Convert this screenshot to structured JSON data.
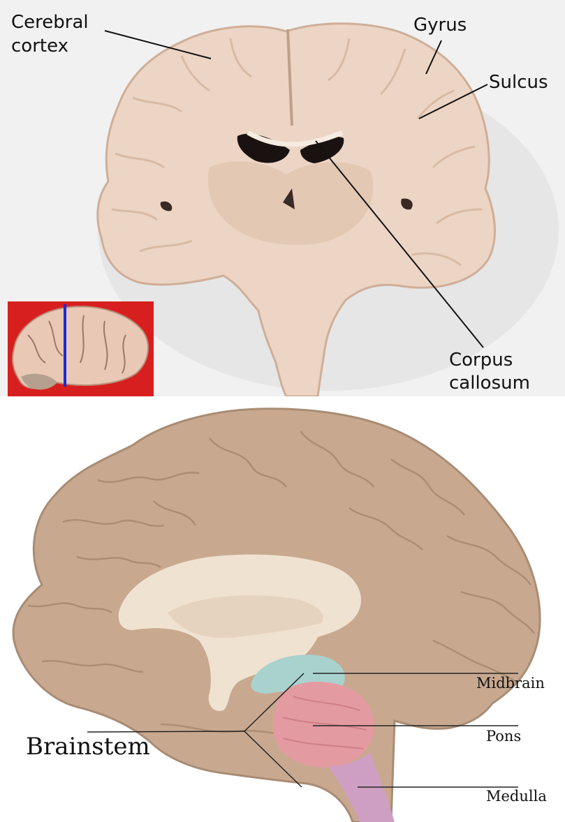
{
  "coronal_section": {
    "labels": {
      "cerebral_cortex_line1": "Cerebral",
      "cerebral_cortex_line2": "cortex",
      "gyrus": "Gyrus",
      "sulcus": "Sulcus",
      "corpus_callosum_line1": "Corpus",
      "corpus_callosum_line2": "callosum"
    },
    "colors": {
      "background": "#f1f1f1",
      "tissue": "#ecd5c4",
      "tissue_dark": "#d4b6a0",
      "ventricle": "#1a1210",
      "inset_background": "#d81f1f",
      "inset_marker": "#1f2ad1"
    }
  },
  "sagittal_diagram": {
    "labels": {
      "brainstem": "Brainstem",
      "midbrain": "Midbrain",
      "pons": "Pons",
      "medulla": "Medulla"
    },
    "colors": {
      "brain": "#c8a990",
      "brain_outline": "#a88c74",
      "white_matter": "#f0e2d0",
      "midbrain": "#a9d2cf",
      "pons": "#e49aa1",
      "medulla": "#cf9fc3"
    }
  }
}
